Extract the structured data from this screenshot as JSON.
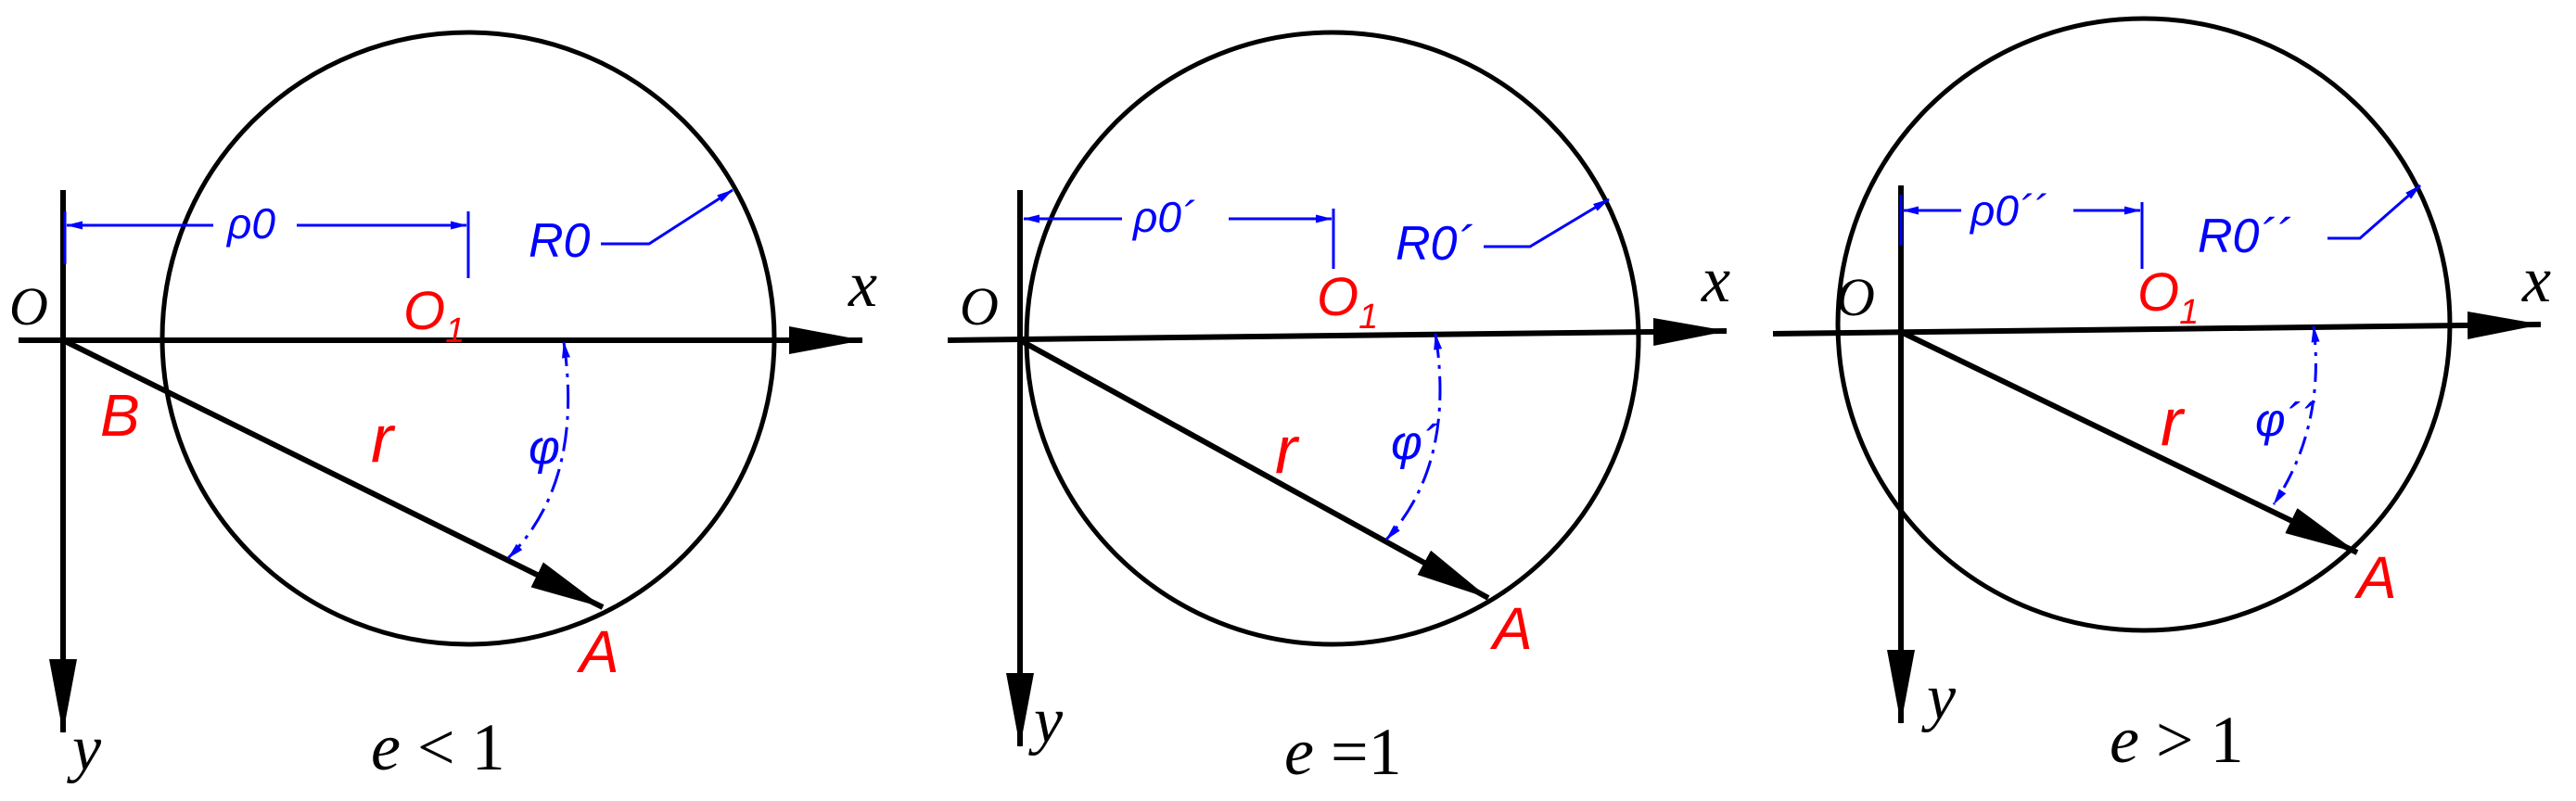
{
  "colors": {
    "geometry": "#000000",
    "points": "#ff0000",
    "dimensions": "#0000ff"
  },
  "panels": [
    {
      "id": "e-lt-1",
      "caption_var": "e",
      "caption_rel": " < 1",
      "origin_label": "O",
      "x_label": "x",
      "y_label": "y",
      "center_label": "O",
      "center_subscript": "1",
      "point_a": "A",
      "point_b": "B",
      "r_label": "r",
      "rho_label": "ρ0",
      "R_label": "R0",
      "phi_label": "φ"
    },
    {
      "id": "e-eq-1",
      "caption_var": "e",
      "caption_rel": " =1",
      "origin_label": "O",
      "x_label": "x",
      "y_label": "y",
      "center_label": "O",
      "center_subscript": "1",
      "point_a": "A",
      "r_label": "r",
      "rho_label": "ρ0´",
      "R_label": "R0´",
      "phi_label": "φ´"
    },
    {
      "id": "e-gt-1",
      "caption_var": "e",
      "caption_rel": " > 1",
      "origin_label": "O",
      "x_label": "x",
      "y_label": "y",
      "center_label": "O",
      "center_subscript": "1",
      "point_a": "A",
      "r_label": "r",
      "rho_label": "ρ0´´",
      "R_label": "R0´´",
      "phi_label": "φ´´"
    }
  ]
}
